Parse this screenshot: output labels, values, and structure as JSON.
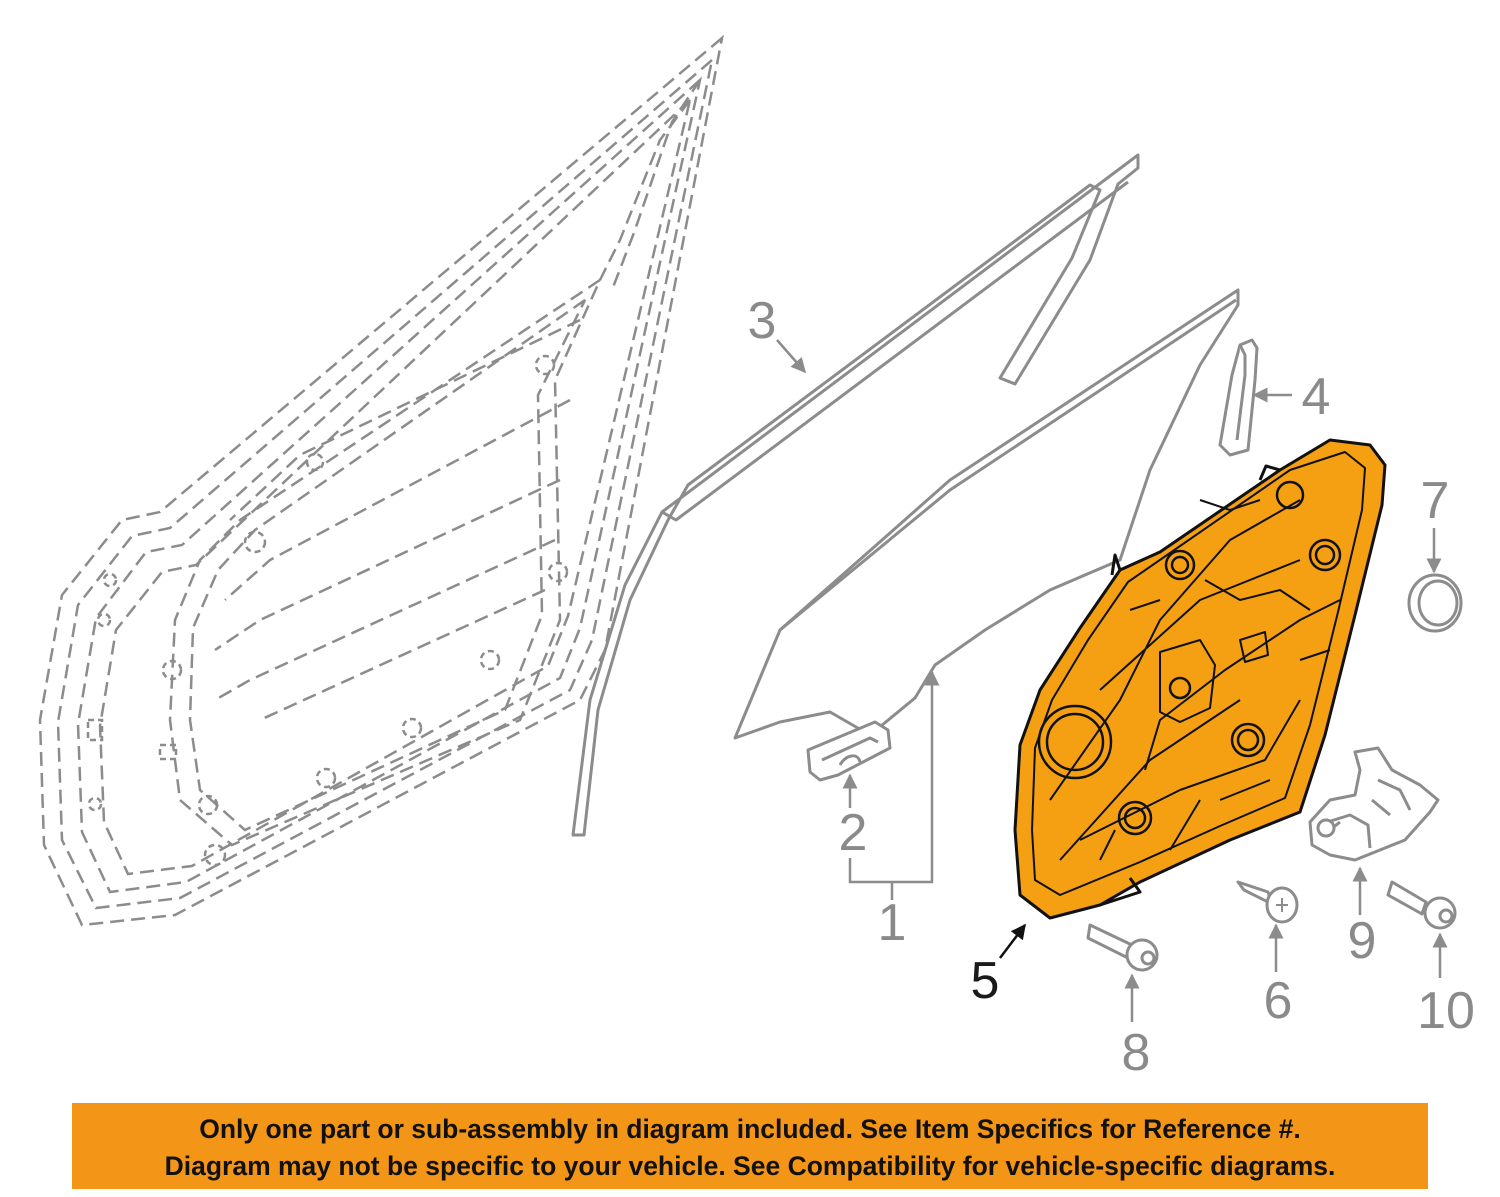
{
  "diagram": {
    "callouts": [
      {
        "id": "1",
        "label": "1"
      },
      {
        "id": "2",
        "label": "2"
      },
      {
        "id": "3",
        "label": "3"
      },
      {
        "id": "4",
        "label": "4"
      },
      {
        "id": "5",
        "label": "5"
      },
      {
        "id": "6",
        "label": "6"
      },
      {
        "id": "7",
        "label": "7"
      },
      {
        "id": "8",
        "label": "8"
      },
      {
        "id": "9",
        "label": "9"
      },
      {
        "id": "10",
        "label": "10"
      }
    ],
    "highlighted_part": "5",
    "colors": {
      "highlight_fill": "#f5a012",
      "line_gray": "#8c8c8c",
      "banner_bg": "#f39516"
    }
  },
  "notice": {
    "line1": "Only one part or sub-assembly in diagram included. See Item Specifics for Reference #.",
    "line2": "Diagram may not be specific to your vehicle. See Compatibility for vehicle-specific diagrams."
  }
}
